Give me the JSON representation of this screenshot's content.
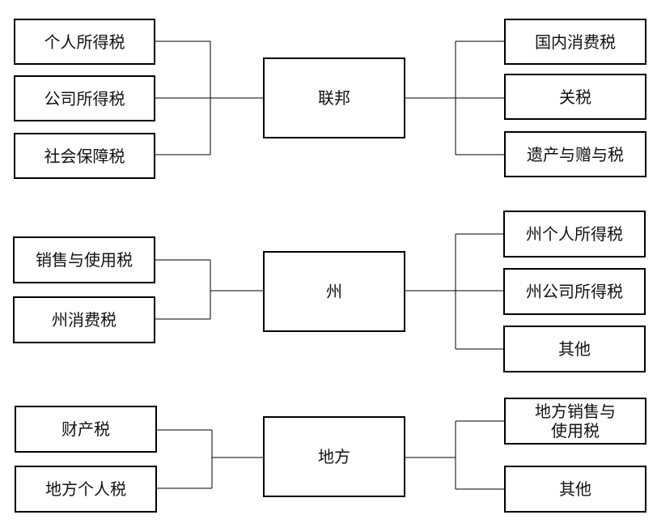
{
  "federal": {
    "label": "联邦",
    "left_items": [
      "个人所得税",
      "公司所得税",
      "社会保障税"
    ],
    "right_items": [
      "国内消费税",
      "关税",
      "遗产与赠与税"
    ]
  },
  "state": {
    "label": "州",
    "left_items": [
      "销售与使用税",
      "州消费税"
    ],
    "right_items": [
      "州个人所得税",
      "州公司所得税",
      "其他"
    ]
  },
  "local": {
    "label": "地方",
    "left_items": [
      "财产税",
      "地方个人税"
    ],
    "right_items": [
      "地方销售与\n使用税",
      "其他"
    ]
  }
}
